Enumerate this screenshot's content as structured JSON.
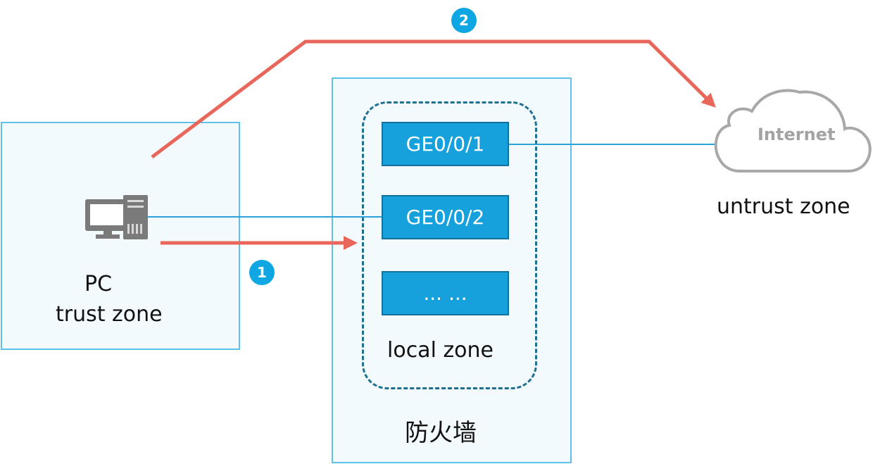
{
  "diagram": {
    "pc_label": "PC",
    "trust_zone_label": "trust zone",
    "firewall_label": "防火墙",
    "local_zone_label": "local zone",
    "untrust_zone_label": "untrust zone",
    "internet_label": "Internet",
    "interfaces": [
      "GE0/0/1",
      "GE0/0/2",
      "... ..."
    ],
    "badges": [
      "1",
      "2"
    ]
  },
  "colors": {
    "zone_border": "#5dc1ea",
    "interface_fill": "#16a1dd",
    "flow_arrow": "#e8675a",
    "link_line": "#2aa3d8",
    "badge_fill": "#0ea7e3"
  },
  "icons": [
    "pc-icon",
    "cloud-icon"
  ]
}
